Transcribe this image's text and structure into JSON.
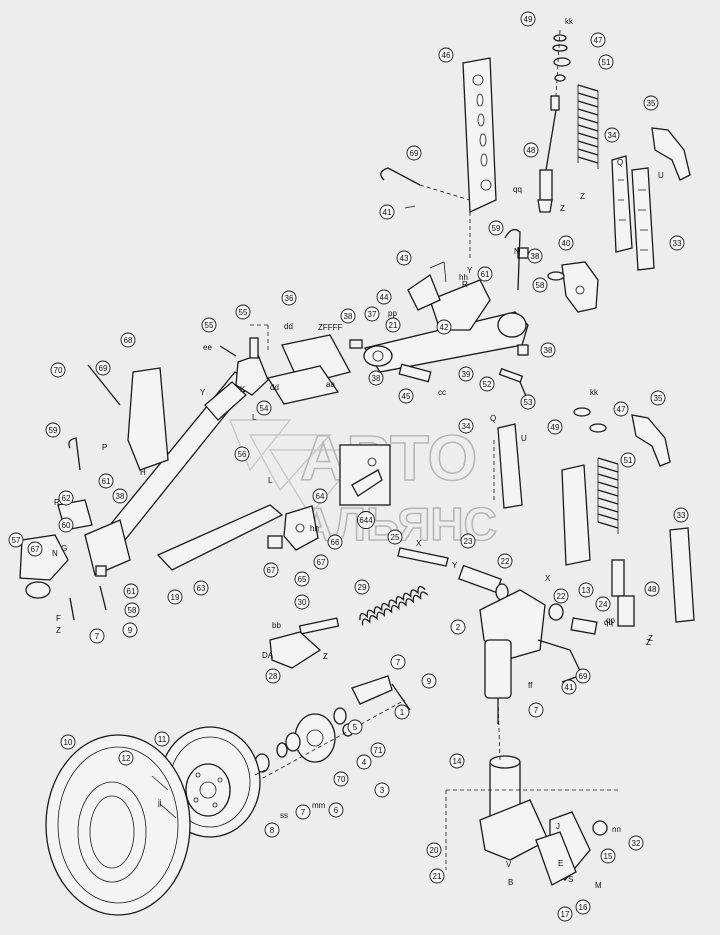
{
  "watermark": {
    "line1": "АВТО",
    "line2": "АЛЬЯНС"
  },
  "callouts": [
    {
      "id": "c1",
      "label": "1"
    },
    {
      "id": "c2",
      "label": "2"
    },
    {
      "id": "c3",
      "label": "3"
    },
    {
      "id": "c4",
      "label": "4"
    },
    {
      "id": "c5",
      "label": "5"
    },
    {
      "id": "c6",
      "label": "6"
    },
    {
      "id": "c7a",
      "label": "7"
    },
    {
      "id": "c7b",
      "label": "7"
    },
    {
      "id": "c7c",
      "label": "7"
    },
    {
      "id": "c7d",
      "label": "7"
    },
    {
      "id": "c8",
      "label": "8"
    },
    {
      "id": "c9a",
      "label": "9"
    },
    {
      "id": "c9b",
      "label": "9"
    },
    {
      "id": "c10",
      "label": "10"
    },
    {
      "id": "c11",
      "label": "11"
    },
    {
      "id": "c12",
      "label": "12"
    },
    {
      "id": "c13",
      "label": "13"
    },
    {
      "id": "c14",
      "label": "14"
    },
    {
      "id": "c15",
      "label": "15"
    },
    {
      "id": "c16",
      "label": "16"
    },
    {
      "id": "c17",
      "label": "17"
    },
    {
      "id": "c19",
      "label": "19"
    },
    {
      "id": "c20",
      "label": "20"
    },
    {
      "id": "c21a",
      "label": "21"
    },
    {
      "id": "c21b",
      "label": "21"
    },
    {
      "id": "c22a",
      "label": "22"
    },
    {
      "id": "c22b",
      "label": "22"
    },
    {
      "id": "c23",
      "label": "23"
    },
    {
      "id": "c24",
      "label": "24"
    },
    {
      "id": "c25",
      "label": "25"
    },
    {
      "id": "c28",
      "label": "28"
    },
    {
      "id": "c29",
      "label": "29"
    },
    {
      "id": "c30",
      "label": "30"
    },
    {
      "id": "c32",
      "label": "32"
    },
    {
      "id": "c33a",
      "label": "33"
    },
    {
      "id": "c33b",
      "label": "33"
    },
    {
      "id": "c34a",
      "label": "34"
    },
    {
      "id": "c34b",
      "label": "34"
    },
    {
      "id": "c35a",
      "label": "35"
    },
    {
      "id": "c35b",
      "label": "35"
    },
    {
      "id": "c36",
      "label": "36"
    },
    {
      "id": "c37",
      "label": "37"
    },
    {
      "id": "c38a",
      "label": "38"
    },
    {
      "id": "c38b",
      "label": "38"
    },
    {
      "id": "c38c",
      "label": "38"
    },
    {
      "id": "c38d",
      "label": "38"
    },
    {
      "id": "c38e",
      "label": "38"
    },
    {
      "id": "c39",
      "label": "39"
    },
    {
      "id": "c40",
      "label": "40"
    },
    {
      "id": "c41a",
      "label": "41"
    },
    {
      "id": "c41b",
      "label": "41"
    },
    {
      "id": "c42",
      "label": "42"
    },
    {
      "id": "c43",
      "label": "43"
    },
    {
      "id": "c44",
      "label": "44"
    },
    {
      "id": "c45",
      "label": "45"
    },
    {
      "id": "c46",
      "label": "46"
    },
    {
      "id": "c47a",
      "label": "47"
    },
    {
      "id": "c47b",
      "label": "47"
    },
    {
      "id": "c48a",
      "label": "48"
    },
    {
      "id": "c48b",
      "label": "48"
    },
    {
      "id": "c49a",
      "label": "49"
    },
    {
      "id": "c49b",
      "label": "49"
    },
    {
      "id": "c51a",
      "label": "51"
    },
    {
      "id": "c51b",
      "label": "51"
    },
    {
      "id": "c52",
      "label": "52"
    },
    {
      "id": "c53",
      "label": "53"
    },
    {
      "id": "c54",
      "label": "54"
    },
    {
      "id": "c55a",
      "label": "55"
    },
    {
      "id": "c55b",
      "label": "55"
    },
    {
      "id": "c56",
      "label": "56"
    },
    {
      "id": "c57",
      "label": "57"
    },
    {
      "id": "c58a",
      "label": "58"
    },
    {
      "id": "c58b",
      "label": "58"
    },
    {
      "id": "c59a",
      "label": "59"
    },
    {
      "id": "c59b",
      "label": "59"
    },
    {
      "id": "c60",
      "label": "60"
    },
    {
      "id": "c61a",
      "label": "61"
    },
    {
      "id": "c61b",
      "label": "61"
    },
    {
      "id": "c61c",
      "label": "61"
    },
    {
      "id": "c62",
      "label": "62"
    },
    {
      "id": "c63",
      "label": "63"
    },
    {
      "id": "c64",
      "label": "64"
    },
    {
      "id": "c65",
      "label": "65"
    },
    {
      "id": "c66",
      "label": "66"
    },
    {
      "id": "c67a",
      "label": "67"
    },
    {
      "id": "c67b",
      "label": "67"
    },
    {
      "id": "c67c",
      "label": "67"
    },
    {
      "id": "c68",
      "label": "68"
    },
    {
      "id": "c69a",
      "label": "69"
    },
    {
      "id": "c69b",
      "label": "69"
    },
    {
      "id": "c69c",
      "label": "69"
    },
    {
      "id": "c70a",
      "label": "70"
    },
    {
      "id": "c70b",
      "label": "70"
    },
    {
      "id": "c71",
      "label": "71"
    },
    {
      "id": "c644",
      "label": "644"
    }
  ],
  "refs": [
    {
      "id": "r1",
      "text": "Z"
    },
    {
      "id": "r2",
      "text": "kk"
    },
    {
      "id": "r3",
      "text": "Q"
    },
    {
      "id": "r4",
      "text": "U"
    },
    {
      "id": "r5",
      "text": "qq"
    },
    {
      "id": "r6",
      "text": "Z"
    },
    {
      "id": "r7",
      "text": "N"
    },
    {
      "id": "r8",
      "text": "hh"
    },
    {
      "id": "r9",
      "text": "Y"
    },
    {
      "id": "r10",
      "text": "R"
    },
    {
      "id": "r11",
      "text": "pp"
    },
    {
      "id": "r12",
      "text": "ZFFFF"
    },
    {
      "id": "r13",
      "text": "dd"
    },
    {
      "id": "r14",
      "text": "ee"
    },
    {
      "id": "r15",
      "text": "cc"
    },
    {
      "id": "r16",
      "text": "aa"
    },
    {
      "id": "r17",
      "text": "K"
    },
    {
      "id": "r18",
      "text": "L"
    },
    {
      "id": "r19",
      "text": "dd"
    },
    {
      "id": "r20",
      "text": "Y"
    },
    {
      "id": "r21",
      "text": "P"
    },
    {
      "id": "r22",
      "text": "H"
    },
    {
      "id": "r23",
      "text": "R"
    },
    {
      "id": "r24",
      "text": "N"
    },
    {
      "id": "r25",
      "text": "G"
    },
    {
      "id": "r26",
      "text": "F"
    },
    {
      "id": "r27",
      "text": "Z"
    },
    {
      "id": "r28",
      "text": "L"
    },
    {
      "id": "r29",
      "text": "hh"
    },
    {
      "id": "r30",
      "text": "X"
    },
    {
      "id": "r31",
      "text": "Y"
    },
    {
      "id": "r32",
      "text": "bb"
    },
    {
      "id": "r33",
      "text": "DA"
    },
    {
      "id": "r34",
      "text": "Z"
    },
    {
      "id": "r35",
      "text": "X"
    },
    {
      "id": "r36",
      "text": "qq"
    },
    {
      "id": "r37",
      "text": "Z"
    },
    {
      "id": "r38",
      "text": "ff"
    },
    {
      "id": "r39",
      "text": "E"
    },
    {
      "id": "r40",
      "text": "V"
    },
    {
      "id": "r41",
      "text": "B"
    },
    {
      "id": "r42",
      "text": "J"
    },
    {
      "id": "r43",
      "text": "M"
    },
    {
      "id": "r44",
      "text": "S"
    },
    {
      "id": "r45",
      "text": "nn"
    },
    {
      "id": "r46",
      "text": "ss"
    },
    {
      "id": "r47",
      "text": "mm"
    },
    {
      "id": "r48",
      "text": "jj"
    },
    {
      "id": "r49",
      "text": "kk"
    },
    {
      "id": "r50",
      "text": "Q"
    },
    {
      "id": "r51",
      "text": "U"
    },
    {
      "id": "r52",
      "text": "qp"
    },
    {
      "id": "r53",
      "text": "Z"
    }
  ]
}
